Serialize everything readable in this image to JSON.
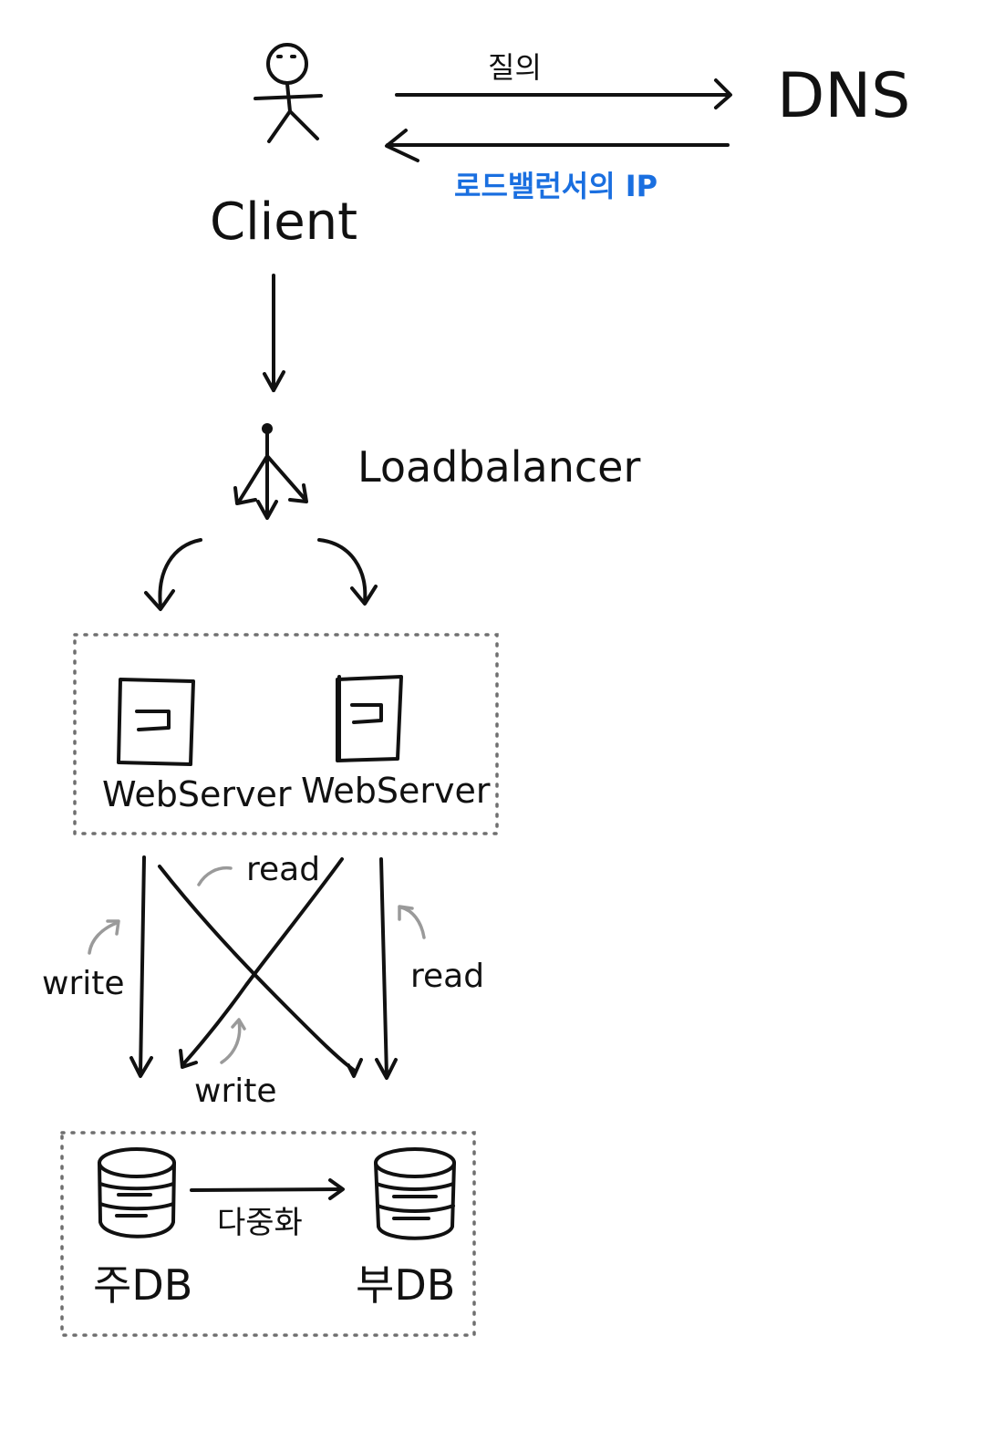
{
  "diagram": {
    "nodes": {
      "client": "Client",
      "dns": "DNS",
      "load_balancer": "Loadbalancer",
      "web_server_1": "WebServer",
      "web_server_2": "WebServer",
      "primary_db": "주DB",
      "secondary_db": "부DB"
    },
    "edges": {
      "query": "질의",
      "lb_ip": "로드밸런서의 IP",
      "read_cross": "read",
      "read_right": "read",
      "write_left": "write",
      "write_cross": "write",
      "replication": "다중화"
    },
    "colors": {
      "ink": "#111111",
      "accent_blue": "#1a6fe0",
      "hint_gray": "#9a9a9a",
      "group_border": "#6f6f6f"
    }
  }
}
